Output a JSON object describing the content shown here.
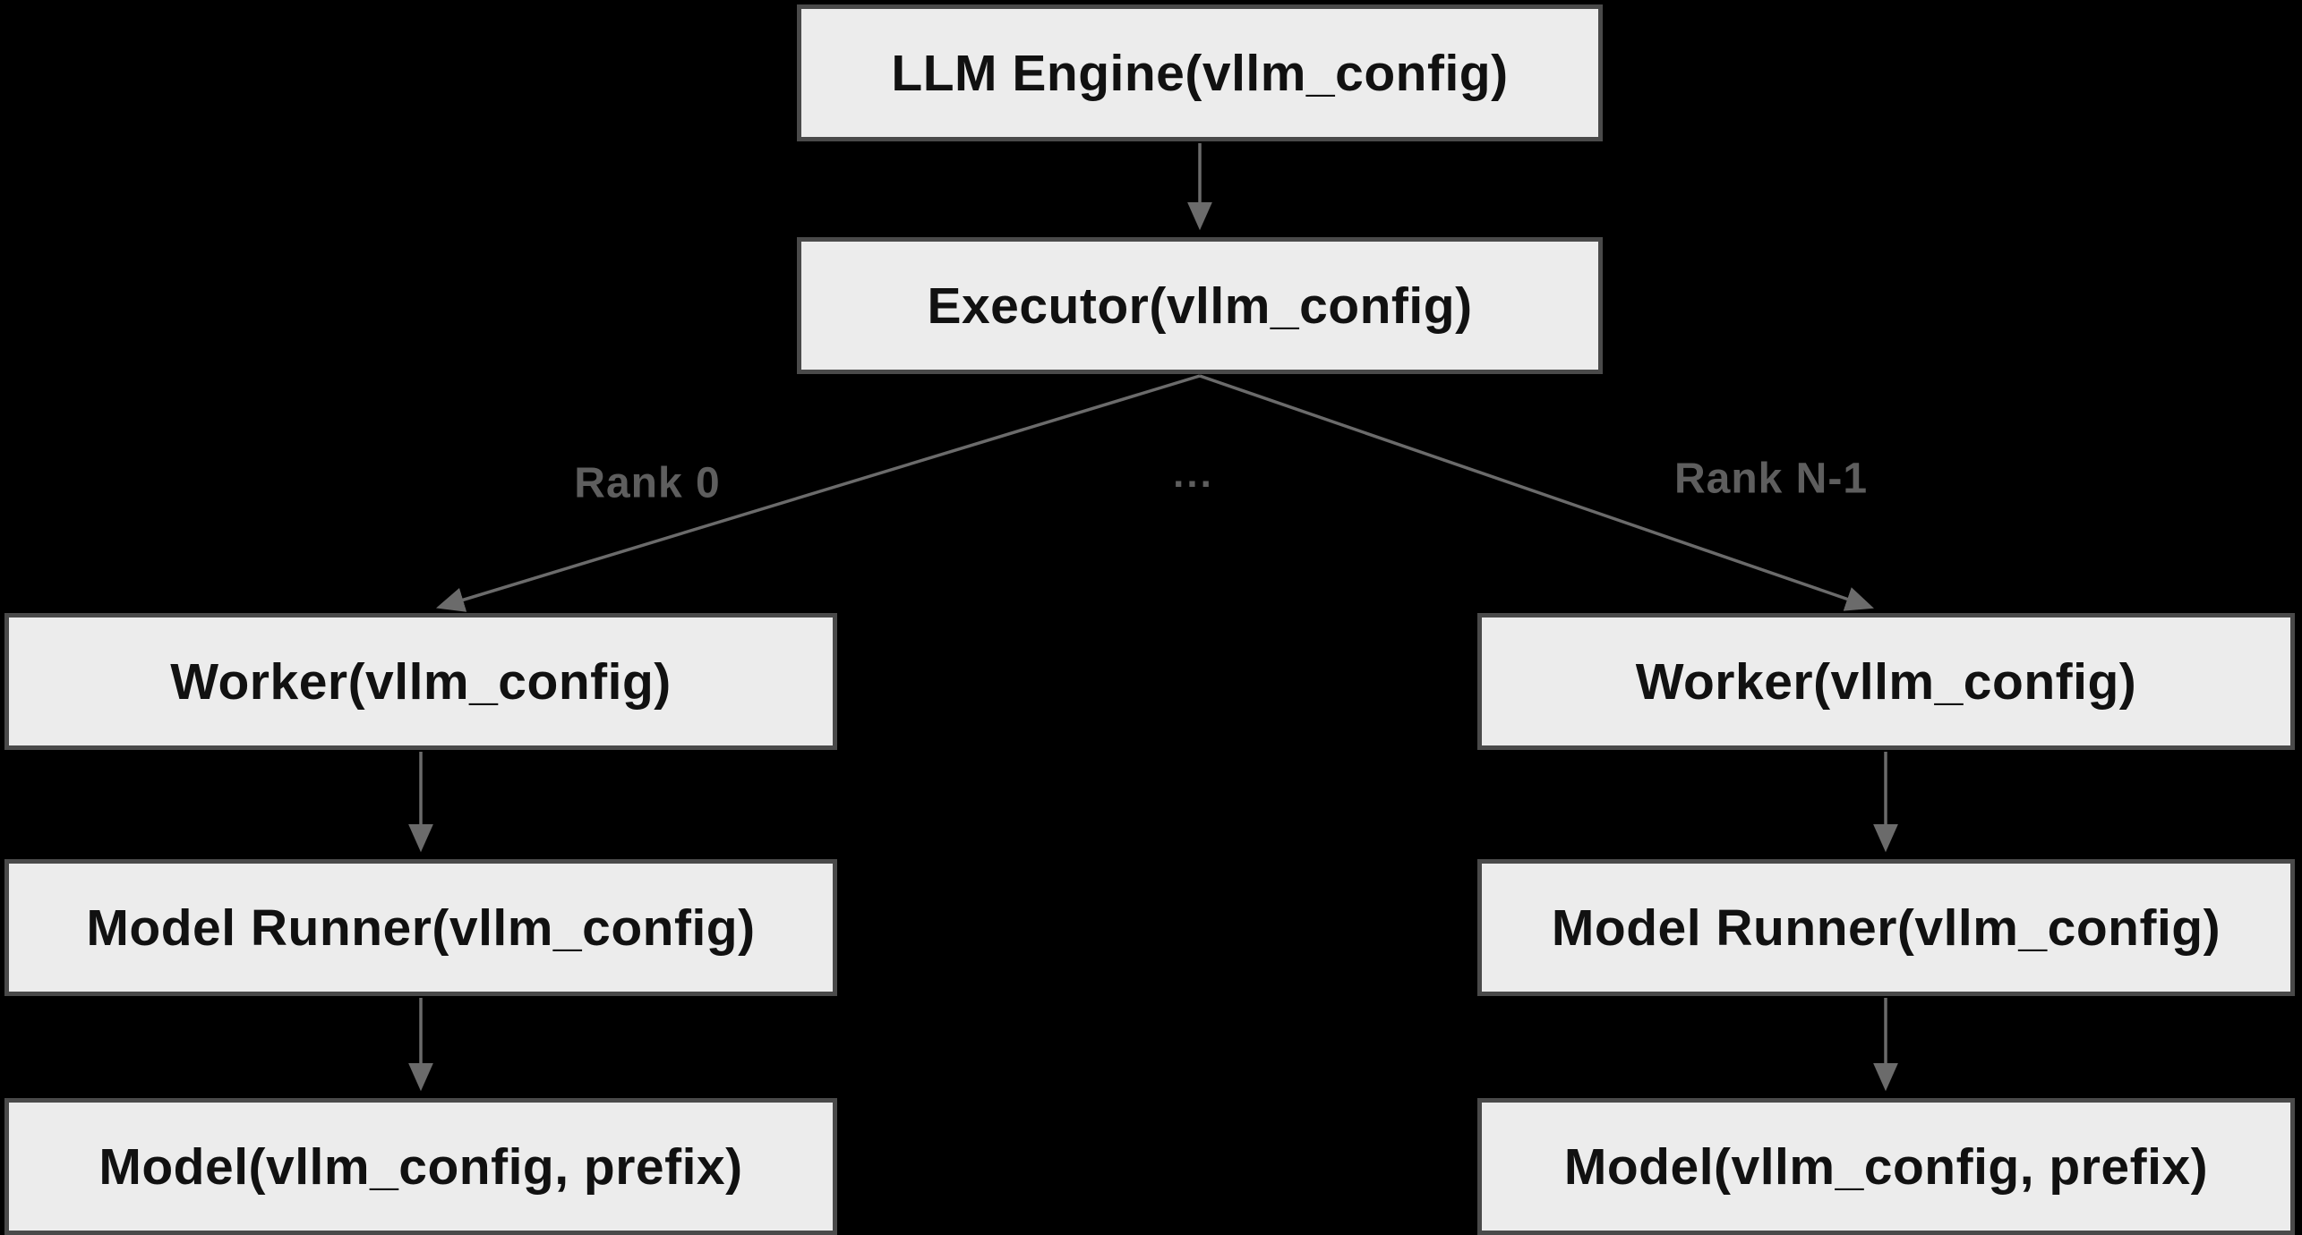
{
  "theme": {
    "background": "#000000",
    "node_fill": "#ececec",
    "node_border": "#4a4a4a",
    "node_text": "#111111",
    "edge": "#6b6b6b",
    "edge_label": "#5e5e5e"
  },
  "nodes": {
    "llm_engine": "LLM Engine(vllm_config)",
    "executor": "Executor(vllm_config)",
    "worker_left": "Worker(vllm_config)",
    "worker_right": "Worker(vllm_config)",
    "model_runner_left": "Model Runner(vllm_config)",
    "model_runner_right": "Model Runner(vllm_config)",
    "model_left": "Model(vllm_config, prefix)",
    "model_right": "Model(vllm_config, prefix)"
  },
  "edge_labels": {
    "rank_0": "Rank 0",
    "ellipsis": "...",
    "rank_n_minus_1": "Rank N-1"
  }
}
